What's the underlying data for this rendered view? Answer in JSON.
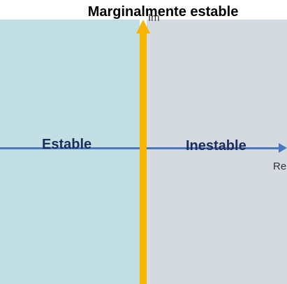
{
  "title": "Marginalmente estable",
  "regions": {
    "stable_label": "Estable",
    "unstable_label": "Inestable"
  },
  "axes": {
    "imaginary_label": "Im",
    "real_label": "Re"
  },
  "colors": {
    "stable_region": "#c2dfe4",
    "unstable_region": "#d5dae0",
    "real_axis": "#4a78c2",
    "imaginary_axis": "#f7b500",
    "label_text": "#1e2c5a"
  }
}
